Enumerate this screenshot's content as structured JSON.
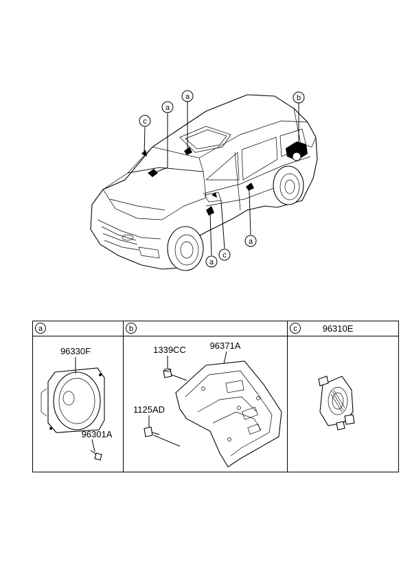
{
  "car_callouts": {
    "c_left": "c",
    "a_hood": "a",
    "a_roof": "a",
    "b_rear": "b",
    "a_front_door": "a",
    "c_mirror": "c",
    "a_rear_door": "a"
  },
  "table": {
    "header_a": "a",
    "header_b": "b",
    "header_c": "c",
    "header_c_part": "96310E"
  },
  "parts": {
    "speaker_main": "96330F",
    "speaker_screw": "96301A",
    "bolt_top": "1339CC",
    "amp_bracket": "96371A",
    "bolt_bottom": "1125AD"
  }
}
